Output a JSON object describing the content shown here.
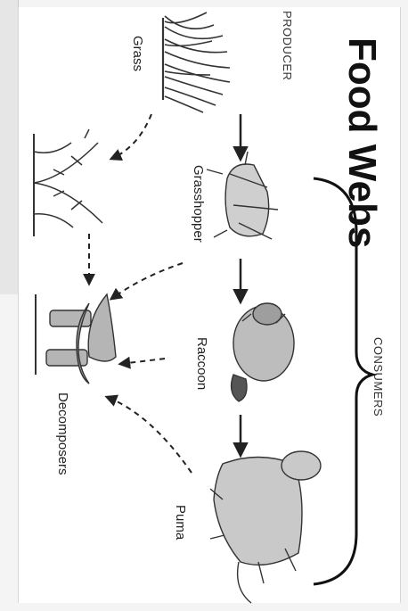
{
  "title": "Food Webs",
  "sections": {
    "producer": "PRODUCER",
    "consumers": "CONSUMERS"
  },
  "organisms": {
    "grass": "Grass",
    "grasshopper": "Grasshopper",
    "raccoon": "Raccoon",
    "puma": "Puma",
    "decomposers": "Decomposers"
  },
  "icons": [
    "grass-icon",
    "plant-icon",
    "grasshopper-icon",
    "raccoon-icon",
    "puma-icon",
    "mushroom-icon"
  ],
  "colors": {
    "ink": "#111111",
    "arrow": "#222222",
    "background": "#ffffff"
  }
}
